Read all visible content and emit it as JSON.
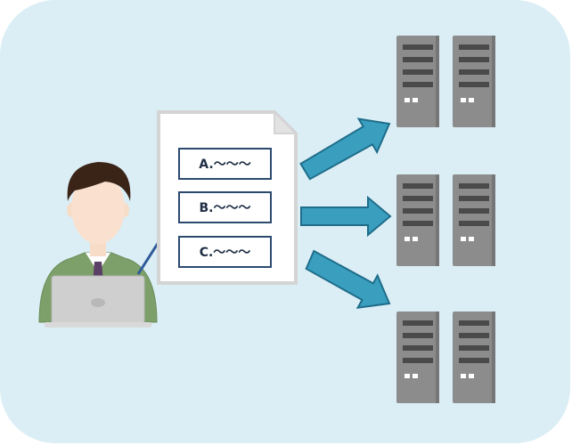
{
  "document": {
    "items": [
      {
        "label": "A.〜〜〜"
      },
      {
        "label": "B.〜〜〜"
      },
      {
        "label": "C.〜〜〜"
      }
    ]
  },
  "icons": [
    "person-with-laptop-icon",
    "document-icon",
    "arrow-icon",
    "server-icon"
  ],
  "colors": {
    "background": "#dbeef5",
    "arrow": "#3a9fbf",
    "arrow_outline": "#1f6d8a",
    "server": "#8a8a8a",
    "box_border": "#2c4a6e",
    "jacket": "#7da06a",
    "hair": "#3a2418"
  }
}
